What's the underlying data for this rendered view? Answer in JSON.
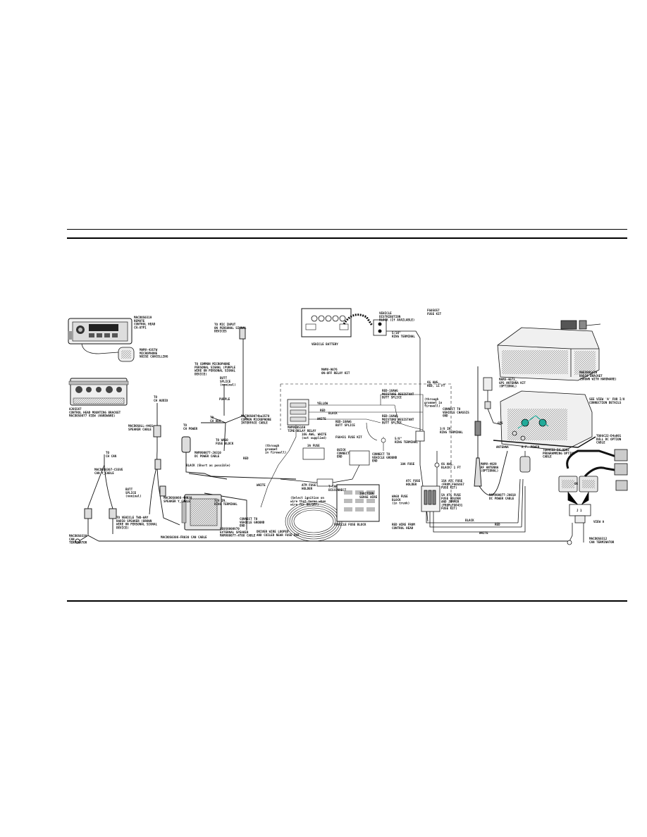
{
  "diagram": {
    "labels": {
      "control_head": "MACDOS0319\nREMOTE\nCONTROL HEAD\nCH-07P1",
      "microphone": "MAMV-4357W\nMICROPHONE\nNOISE CANCELLING",
      "mount_bracket": "AJ05567\nCONTROL HEAD MOUNTING BRACKET\nMACDOS0077 VIEW (HARDWARE)",
      "mic_input": "TO MIC INPUT\nON PERSONAL SIGNAL\nDEVICES",
      "common_mic": "TO COMMON MICROPHONE\nPERSONAL SIGNAL (PURPLE\nWIRE ON PERSONAL SIGNAL\nDEVICE)",
      "butt_splice_purple": "BUTT\nSPLICE\n(nominal)",
      "purple": "PURPLE",
      "mic_y_cable": "MACDOS0074ba3570\nCOMMON MICROPHONE\nINTERFACE CABLE",
      "to_ch_audio": "TO\nCH AUX",
      "to_ch_audio_top": "TO\nCH AUDIO",
      "speaker_cable": "MACDOS0LL-4401\nSPEAKER CABLE",
      "to_ch_power": "TO\nCH POWER",
      "to_ch_can": "TO\nCH CAN",
      "can_y_cable": "MACDOS0307-CSSVE\nCAN Y_CABLE",
      "butt_splice_nom": "BUTT\nSPLICE\n(nominal)",
      "to_vehicle_twoway": "TO VEHICLE TWO-WAY\nRADIO SPEAKER (BROWN\nWIRE ON PERSONAL SIGNAL\nDEVICE)",
      "wago_block": "TO WAGO\nFUSE BLOCK",
      "dc_power_cable": "MAMV00077-JA310\nDC POWER CABLE",
      "through_grommet": "(through\ngrommet\nin firewall)",
      "black_short": "BLACK (Short as possible)",
      "red": "RED",
      "speaker_y_cable": "MACDOS0066-4NN30\nSPEAKER Y_CABLE",
      "ring_terminal": "3/8 IN.\nRING TERMINAL",
      "connect_ground": "CONNECT TO\nVEHICLE GROUND\nEND",
      "external_speaker": "LE056000V70\nEXTERNAL SPEAKER\nMAMV00077-4T08 CABLE",
      "can_terminator_left": "MACDOS0330\nCAN\nTERMINATOR",
      "can_cable": "MACDOS0306-FR030 CAN CABLE",
      "vehicle_battery": "VEHICLE BATTERY",
      "relay_kit": "MAMV-9076\nON-OFF RELAY KIT",
      "yellow": "YELLOW",
      "red_relay": "RED",
      "black_relay": "BLACK",
      "white": "WHITE",
      "relay_name": "MAMV00S160\nTIME-DELAY RELAY",
      "butt_splice_relay": "RED-16AWG\nBUTT SPLICE",
      "wire_16awg": "16G AWG, WHITE\n(not supplied)",
      "fuse_kit": "FG0431 FUSE KIT",
      "fuse_3a": "3A FUSE",
      "fuse_holder": "ATM FUSE\nHOLDER",
      "quick_connect": "QUICK\nCONNECT\nEND",
      "tap_disconnect": "T-TAP\nDISCONNECT",
      "ignition_wire": "(Select ignition on\nwire that turns when\nwire for ON/OFF)",
      "ignition_sense": "IGNITION\nSENSE WIRE",
      "fuse_block": "VEHICLE FUSE BLOCK",
      "driver_wire": "DRIVER WIRE LOOPED\nAND COILED NEAR FUSE BOX",
      "vehicle_distribution": "VEHICLE\nDISTRIBUTION\nBLOCK (If AVAILABLE)",
      "ring_terminal_top": "5/16\"\nRING TERMINAL",
      "fuse_kit_2": "FG05657\nFUSE KIT",
      "red_butt_splice_1": "RED-16AWG\nMOISTURE RESISTANT\nBUTT SPLICE",
      "red_butt_splice_2": "RED-16AWG\nMOISTURE RESISTANT\nBUTT SPLICE",
      "ring_terminal_mid": "5/8\"\nRING TERMINAL",
      "connect_ground_2": "CONNECT TO\nVEHICLE GROUND\nEND",
      "fuse_10a": "10A FUSE",
      "awg_1": "6G AWG,\nRED, 11 FT",
      "through_grommet_2": "(through\ngrommet in\nfirewall)",
      "connect_chassis": "CONNECT TO\nVEHICLE CHASSIS\nGND",
      "ring_terminal_3": "3/8 IN.\nRING TERMINAL",
      "awg_black": "6G AWG,\nBLACK, 1 FT",
      "fuse_atc": "ATC FUSE\nHOLDER",
      "wago_fuse": "WAGO FUSE\nBLOCK\n(in trunk)",
      "fuse_15a": "15A ATC FUSE\n(FROM FG05657\nFUSE KIT)",
      "fuse_5a": "5A ATC FUSE\nFUSE HOLDER\nAND JUMPER\n(FROM FG0431\nFUSE KIT)",
      "red_wire_ch": "RED WIRE FROM\nCONTROL HEAD",
      "black_lbl": "BLACK",
      "red_lbl": "RED",
      "white_lbl": "WHITE",
      "gps_antenna": "MAMV-4073_\nGPS ANTENNA KIT\n(OPTIONAL)",
      "rf_antenna": "MAMV-4929\nRF ANTENNA\n(OPTIONAL)",
      "gps": "GPS",
      "antenna": "ANTENNA",
      "rf_power": "R.F. POWER",
      "dc_power_2": "MAMV00077-JA010\nDC POWER CABLE",
      "radio_bracket": "MAEX00S470\nRADIO BRACKET\n(SHOWN WITH HARDWARE)",
      "see_view": "SEE VIEW 'A' FOR I/O\nCONNECTION DETAILS",
      "programming_cable": "TQ0GC22-D4-A002\nPROGRAMMING OPTION\nCABLE",
      "dc_option": "TQ0GC22-D4a001\nDULL DC OPTION\nCABLE",
      "or": "OR",
      "jp": "J 1",
      "view_a": "VIEW  A",
      "can_terminator_right": "MACDOS0312\nCAN TERMINATOR"
    }
  }
}
